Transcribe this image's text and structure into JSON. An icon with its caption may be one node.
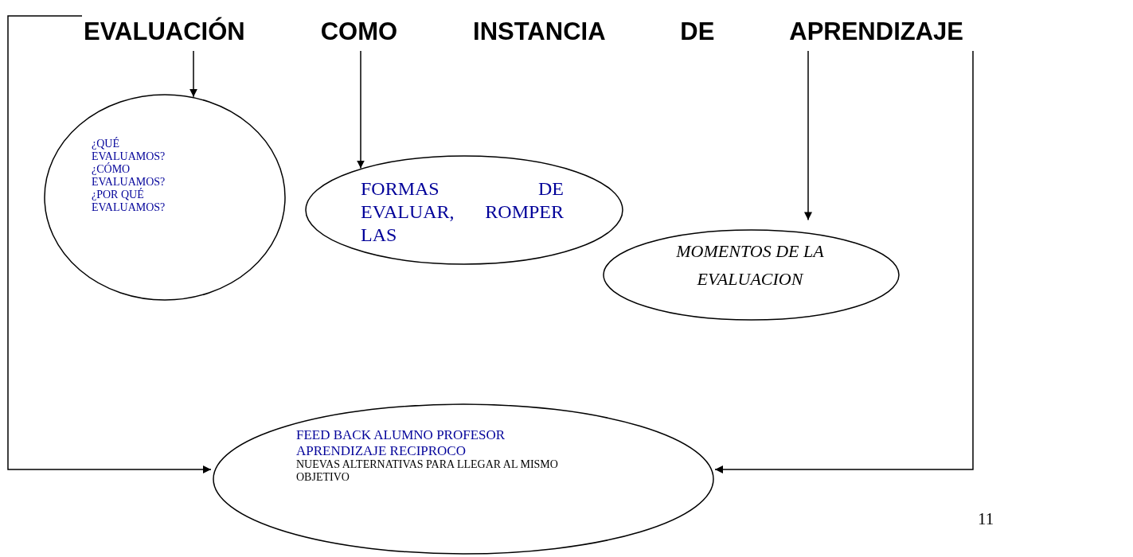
{
  "diagram": {
    "nodes": [
      {
        "text": [
          "EVALUACIÓN COMO INSTANCIA DE APRENDIZAJE"
        ]
      },
      {
        "text": [
          "¿QUÉ EVALUAMOS?",
          "¿CÓMO EVALUAMOS?",
          "¿POR QUÉ EVALUAMOS?"
        ]
      },
      {
        "text": [
          "FORMAS DE EVALUAR, ROMPER LAS"
        ]
      },
      {
        "text": [
          "MOMENTOS DE LA EVALUACION"
        ]
      },
      {
        "text": [
          "FEED BACK ALUMNO PROFESOR APRENDIZAJE RECIPROCO",
          "NUEVAS ALTERNATIVAS PARA LLEGAR AL MISMO OBJETIVO"
        ]
      }
    ],
    "edges": [
      {
        "from": 0,
        "to": 1,
        "arrow": "to"
      },
      {
        "from": 0,
        "to": 2,
        "arrow": "to"
      },
      {
        "from": 0,
        "to": 3,
        "arrow": "to"
      },
      {
        "from": 0,
        "to": 4,
        "arrow": "to"
      },
      {
        "from": 0,
        "to": 4,
        "arrow": "to"
      }
    ],
    "labels": [
      "11"
    ]
  }
}
